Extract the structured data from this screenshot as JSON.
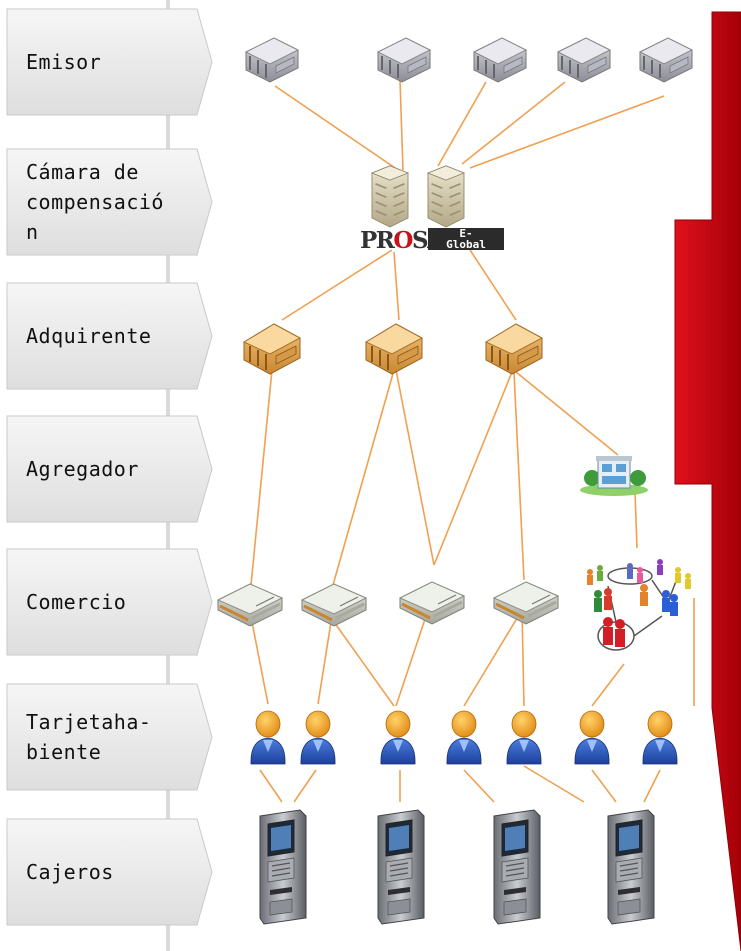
{
  "stages": [
    {
      "label": "Emisor"
    },
    {
      "label": "Cámara de\ncompensació\nn"
    },
    {
      "label": "Adquirente"
    },
    {
      "label": "Agregador"
    },
    {
      "label": "Comercio"
    },
    {
      "label": "Tarjetaha-\nbiente"
    },
    {
      "label": "Cajeros"
    }
  ],
  "logos": {
    "prosa_prefix": "PR",
    "prosa_highlight": "O",
    "prosa_suffix": "SA",
    "eglobal": "E-\nGlobal"
  },
  "colors": {
    "connector": "#f0a050",
    "arrow": "#c8000a",
    "chevron": "#ececec"
  },
  "icons": {
    "emisor": "bank-icon",
    "camara": "clearing-house-icon",
    "adquirente": "acquirer-bank-icon",
    "agregador": "aggregator-building-icon",
    "comercio": "store-icon",
    "tarjetahabiente": "cardholder-person-icon",
    "cajeros": "atm-icon",
    "red": "people-network-icon"
  }
}
